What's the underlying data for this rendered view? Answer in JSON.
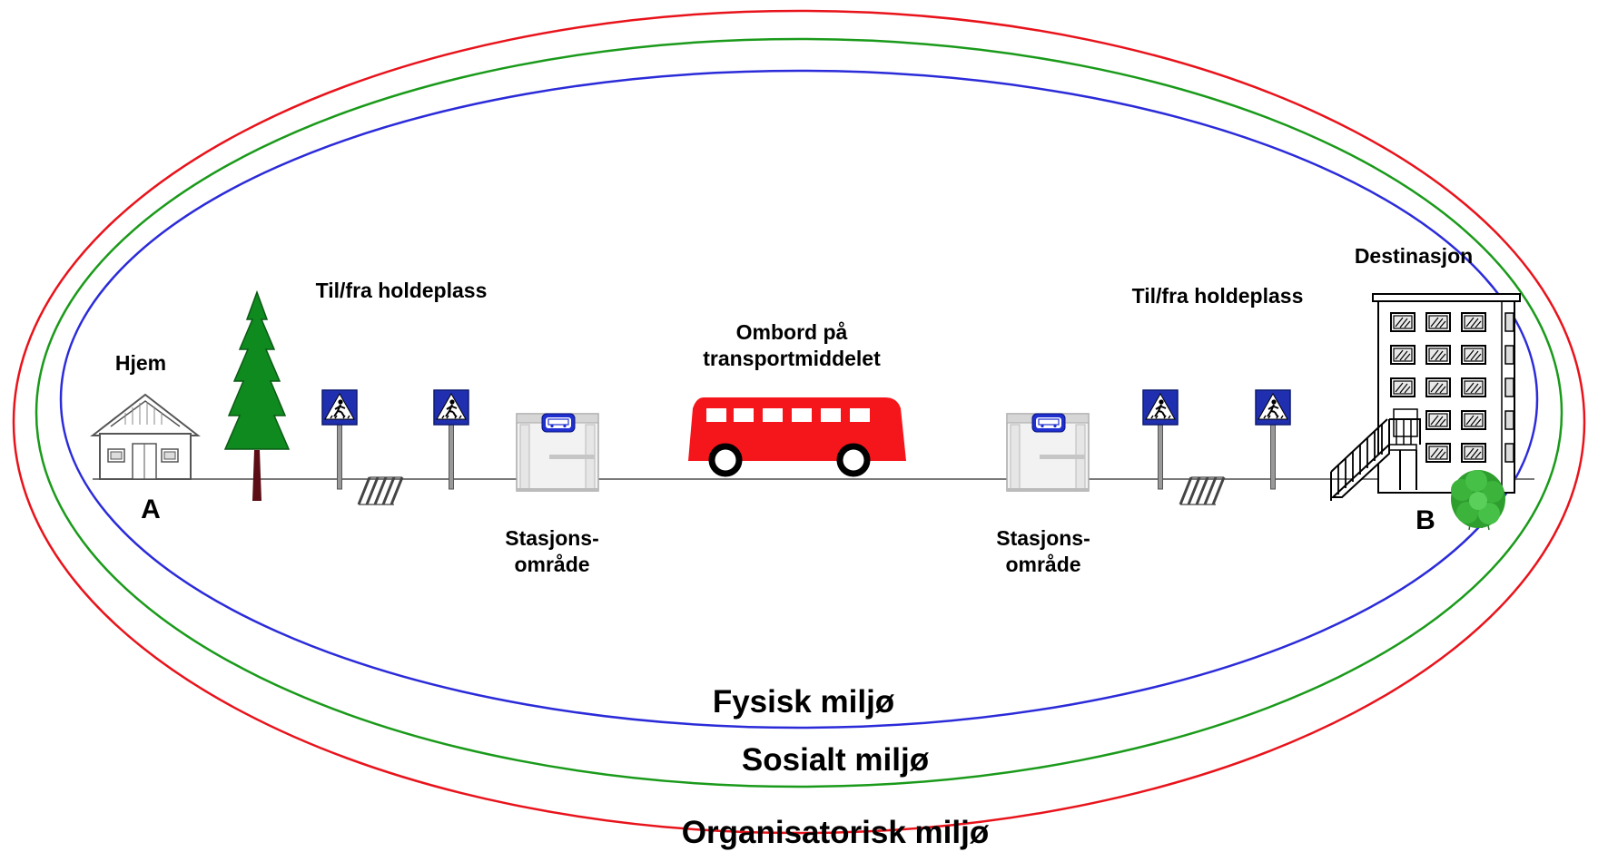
{
  "labels": {
    "home": "Hjem",
    "point_a": "A",
    "point_b": "B",
    "to_from_stop_left": "Til/fra holdeplass",
    "to_from_stop_right": "Til/fra holdeplass",
    "onboard_line1": "Ombord på",
    "onboard_line2": "transportmiddelet",
    "station_left_line1": "Stasjons-",
    "station_left_line2": "område",
    "station_right_line1": "Stasjons-",
    "station_right_line2": "område",
    "destination": "Destinasjon"
  },
  "environments": {
    "physical": "Fysisk miljø",
    "social": "Sosialt miljø",
    "organizational": "Organisatorisk miljø"
  },
  "colors": {
    "organizational_ring": "#e8131b",
    "social_ring": "#1a9a1a",
    "physical_ring": "#2b2bd9",
    "bus": "#f5161b",
    "tree": "#0f8a1f",
    "sign": "#1f2fb0",
    "bush": "#2e9e2e"
  },
  "icons": [
    "house-icon",
    "tree-icon",
    "pedestrian-crossing-sign-icon",
    "crosswalk-icon",
    "bus-shelter-icon",
    "bus-icon",
    "apartment-building-icon",
    "bush-icon"
  ]
}
